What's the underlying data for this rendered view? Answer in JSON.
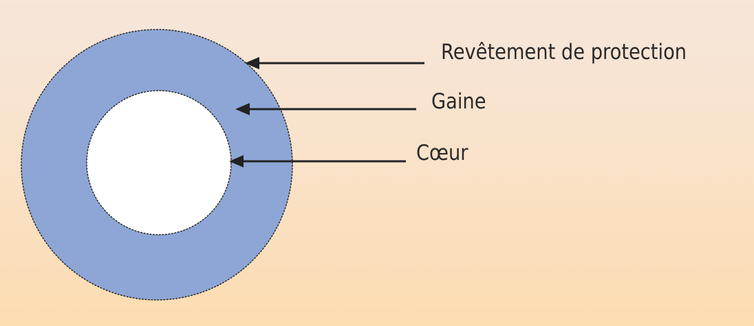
{
  "labels": {
    "coating": "Revêtement de protection",
    "cladding": "Gaine",
    "core": "Cœur"
  },
  "colors": {
    "cladding_fill": "#8ea6d6",
    "core_fill": "#ffffff",
    "outline": "#2a2a2a"
  }
}
